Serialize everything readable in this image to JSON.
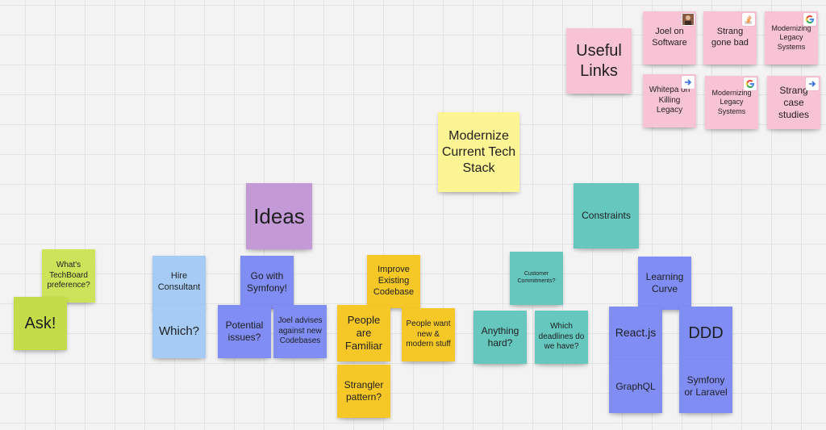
{
  "board": {
    "ask": {
      "question": "What's TechBoard preference?",
      "label": "Ask!"
    },
    "center": {
      "title": "Modernize Current Tech Stack"
    },
    "ideas": {
      "title": "Ideas",
      "hire": "Hire Consultant",
      "which": "Which?",
      "symfony": "Go with Symfony!",
      "potential": "Potential issues?",
      "joel": "Joel advises against new Codebases",
      "improve": "Improve Existing Codebase",
      "familiar": "People are Familiar",
      "people_want": "People want new & modern stuff",
      "strangler": "Strangler pattern?"
    },
    "constraints": {
      "title": "Constraints",
      "customer": "Customer Commitments?",
      "anything_hard": "Anything hard?",
      "deadlines": "Which deadlines do we have?",
      "learning": "Learning Curve",
      "react": "React.js",
      "ddd": "DDD",
      "graphql": "GraphQL",
      "symfony_laravel": "Symfony or Laravel"
    },
    "links": {
      "title": "Useful Links",
      "joel_software": "Joel on Software",
      "strang_gone_bad": "Strang gone bad",
      "modernizing_1": "Modernizing Legacy Systems",
      "whitepaper": "Whitepa on Killing Legacy",
      "modernizing_2": "Modernizing Legacy Systems",
      "strang_case": "Strang case studies"
    }
  },
  "colors": {
    "lime": "#cde35a",
    "light_blue": "#a6ccf5",
    "indigo": "#7f8df4",
    "orange": "#f6c827",
    "teal": "#66c7bf",
    "purple": "#c39ad6",
    "yellow": "#fdf493",
    "pink": "#f9c3d6"
  },
  "icons": {
    "joel_software": "avatar-icon",
    "strang_gone_bad": "stack-overflow-icon",
    "modernizing_1": "google-icon",
    "whitepaper": "arrow-link-icon",
    "modernizing_2": "google-icon",
    "strang_case": "arrow-link-icon"
  }
}
